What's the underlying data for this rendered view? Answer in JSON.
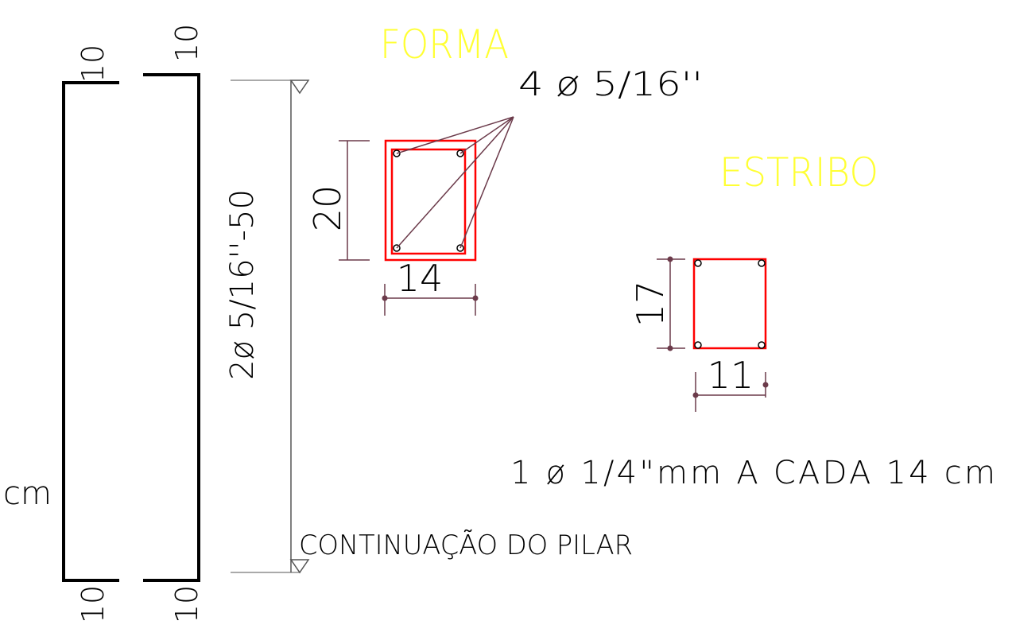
{
  "texts": {
    "forma_title": "FORMA",
    "estribo_title": "ESTRIBO",
    "bars_label": "4 ø 5/16''",
    "dim_20": "20",
    "dim_14": "14",
    "dim_17": "17",
    "dim_11": "11",
    "stirrup_spec": "1 ø 1/4\"mm A CADA 14 cm",
    "continuation_note": "CONTINUAÇÃO DO PILAR",
    "unit_cm": "cm",
    "rebar_spec": "2ø 5/16''-50",
    "hook_top_left": "10",
    "hook_top_right": "10",
    "hook_bottom_left": "10",
    "hook_bottom_right": "10"
  },
  "colors": {
    "background": "#ffffff",
    "title_yellow": "#ffff33",
    "section_red": "#ff0000",
    "dimension_brown": "#6b3a4a",
    "text_black": "#000000",
    "level_line_gray": "#555555"
  }
}
